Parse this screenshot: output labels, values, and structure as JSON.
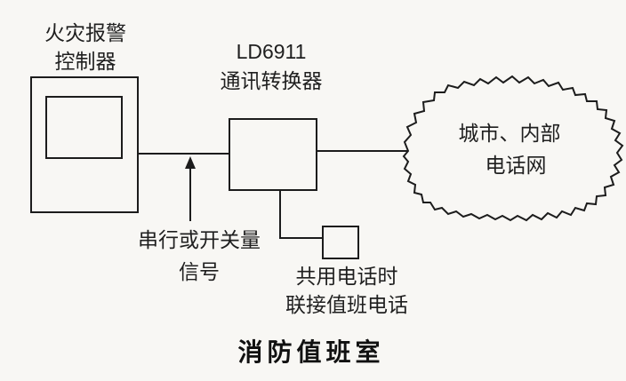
{
  "diagram": {
    "title": "消防值班室",
    "controller": {
      "label_line1": "火灾报警",
      "label_line2": "控制器"
    },
    "converter": {
      "label_line1": "LD6911",
      "label_line2": "通讯转换器"
    },
    "cloud": {
      "label_line1": "城市、内部",
      "label_line2": "电话网"
    },
    "signal": {
      "label_line1": "串行或开关量",
      "label_line2": "信号"
    },
    "duty_phone": {
      "label_line1": "共用电话时",
      "label_line2": "联接值班电话"
    },
    "colors": {
      "background": "#f8f7f4",
      "line": "#1c1c1c",
      "text": "#1f1f1f"
    }
  }
}
